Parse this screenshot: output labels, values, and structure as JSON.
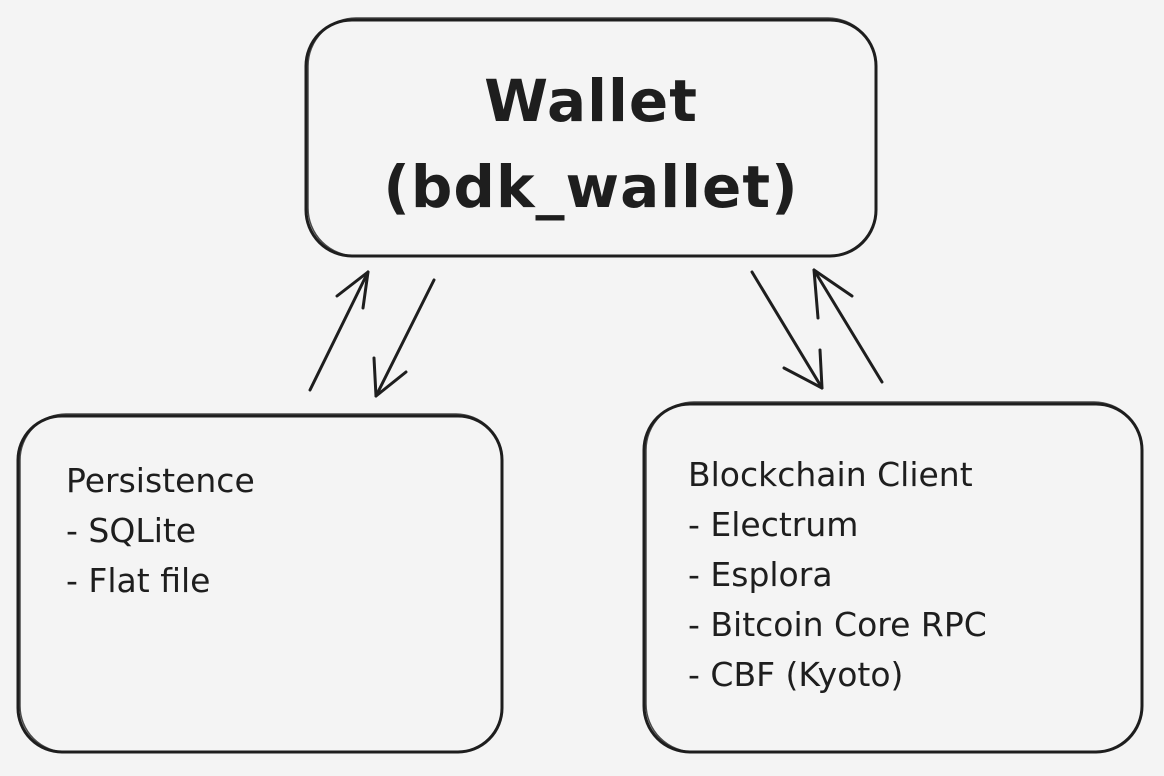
{
  "wallet": {
    "title": "Wallet",
    "subtitle": "(bdk_wallet)"
  },
  "persistence": {
    "title": "Persistence",
    "items": [
      "- SQLite",
      "- Flat file"
    ]
  },
  "blockchain_client": {
    "title": "Blockchain Client",
    "items": [
      "- Electrum",
      "- Esplora",
      "- Bitcoin Core RPC",
      "- CBF (Kyoto)"
    ]
  },
  "colors": {
    "stroke": "#1e1e1e",
    "background": "#f4f4f4"
  }
}
